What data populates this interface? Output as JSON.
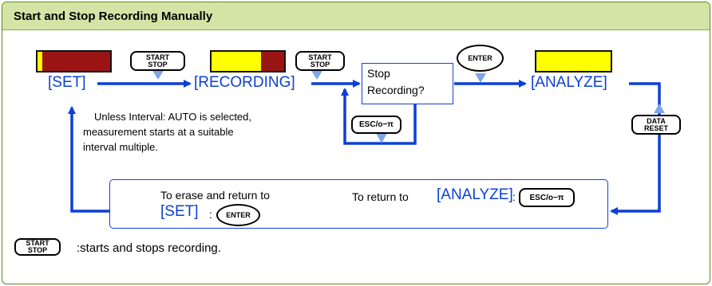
{
  "title": "Start and Stop Recording Manually",
  "states": {
    "set": "[SET]",
    "recording": "[RECORDING]",
    "analyze": "[ANALYZE]"
  },
  "stop_prompt": [
    "Stop",
    "Recording?"
  ],
  "keys": {
    "start_stop_line1": "START",
    "start_stop_line2": "STOP",
    "enter": "ENTER",
    "esc": "ESC/o-n",
    "data_reset_line1": "DATA",
    "data_reset_line2": "RESET"
  },
  "note": [
    "Unless Interval: AUTO is selected,",
    "measurement starts at a suitable",
    "interval multiple."
  ],
  "bottom": {
    "erase_line1": "To erase and return to",
    "erase_set": "[SET]",
    "erase_colon": ":",
    "return_text": "To return to",
    "return_analyze": "[ANALYZE]",
    "return_colon": ":"
  },
  "legend": ":starts and stops recording.",
  "colors": {
    "title_bar": "#d4e4a6",
    "state_text": "#0b3fd6",
    "arrow": "#0b3fd6",
    "indicator_red": "#9a1414",
    "indicator_yellow": "#ffff00"
  }
}
